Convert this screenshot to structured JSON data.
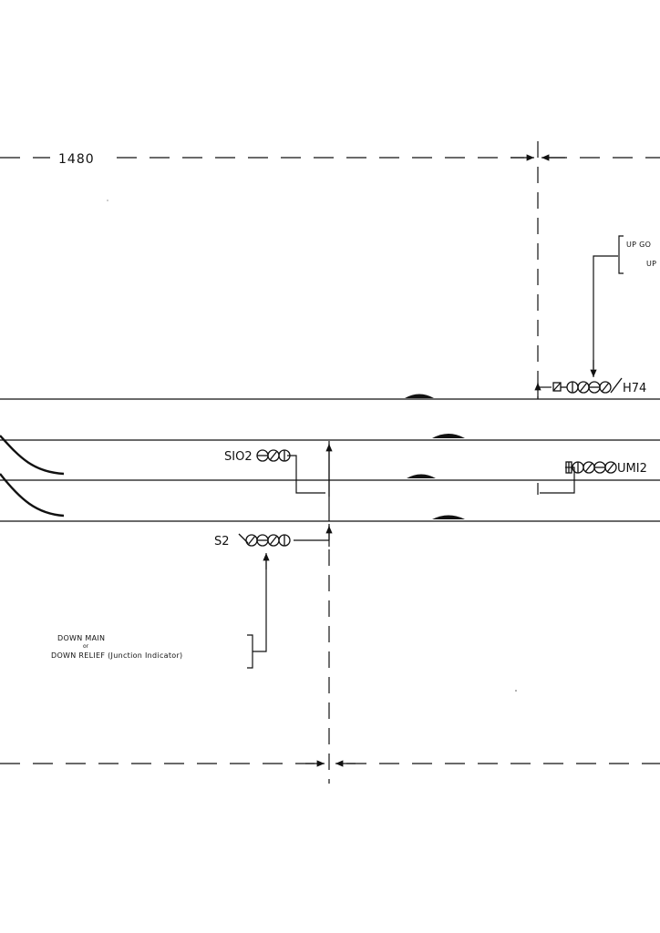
{
  "dimensions": {
    "top_span": "1480"
  },
  "signals": {
    "h74": "H74",
    "s102": "SIO2",
    "um12": "UMI2",
    "s2": "S2"
  },
  "route_notes": {
    "up_upper": "UP GO",
    "up_lower": "UP",
    "down_main": "DOWN MAIN",
    "down_or": "or",
    "down_relief": "DOWN RELIEF (Junction Indicator)"
  }
}
